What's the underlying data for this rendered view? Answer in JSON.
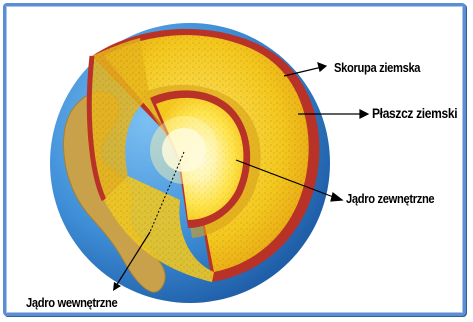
{
  "labels": {
    "crust": "Skorupa ziemska",
    "mantle": "Płaszcz ziemski",
    "outer_core": "Jądro zewnętrzne",
    "inner_core": "Jądro wewnętrzne"
  },
  "colors": {
    "frame": "#5b8fd2",
    "ocean": "#3f8fd8",
    "land": "#c8a24a",
    "crust": "#b8322a",
    "mantle": "#f2c21a",
    "outer_core": "#f7de3a",
    "inner_core": "#fff6b0"
  }
}
